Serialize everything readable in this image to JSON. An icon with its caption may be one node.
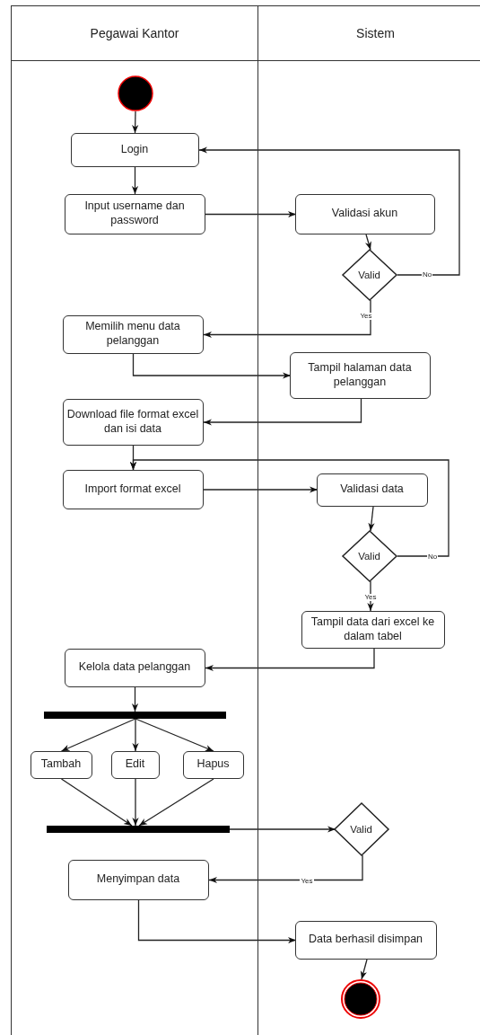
{
  "diagram": {
    "nodes": [
      {
        "text": [
          "Pegawai Kantor"
        ]
      },
      {
        "text": [
          "Sistem"
        ]
      },
      {
        "text": [],
        "shape": "circle",
        "in": 0
      },
      {
        "text": [
          "Login"
        ],
        "in": 0
      },
      {
        "text": [
          "Input username dan password"
        ],
        "in": 0
      },
      {
        "text": [
          "Validasi akun"
        ],
        "in": 1
      },
      {
        "text": [
          "Valid"
        ],
        "in": 1
      },
      {
        "text": [
          "Memilih menu data pelanggan"
        ],
        "in": 0
      },
      {
        "text": [
          "Tampil halaman data pelanggan"
        ],
        "in": 1
      },
      {
        "text": [
          "Download file format excel dan isi data"
        ],
        "in": 0
      },
      {
        "text": [
          "Import format excel"
        ],
        "in": 0
      },
      {
        "text": [
          "Validasi data"
        ],
        "in": 1
      },
      {
        "text": [
          "Valid"
        ],
        "in": 1
      },
      {
        "text": [
          "Tampil data dari excel ke dalam tabel"
        ],
        "in": 1
      },
      {
        "text": [
          "Kelola data pelanggan"
        ],
        "in": 0
      },
      {
        "text": [],
        "shape": "bar",
        "in": 0
      },
      {
        "text": [
          "Tambah"
        ],
        "in": 0
      },
      {
        "text": [
          "Edit"
        ],
        "in": 0
      },
      {
        "text": [
          "Hapus"
        ],
        "in": 0
      },
      {
        "text": [],
        "shape": "bar",
        "in": 0
      },
      {
        "text": [
          "Valid"
        ],
        "in": 1
      },
      {
        "text": [
          "Menyimpan data"
        ],
        "in": 0
      },
      {
        "text": [
          "Data berhasil disimpan"
        ],
        "in": 1
      },
      {
        "text": [],
        "shape": "circle",
        "in": 1
      }
    ],
    "edges": [
      {
        "from": 2,
        "to": 3,
        "arrow": "to"
      },
      {
        "from": 3,
        "to": 4,
        "arrow": "to"
      },
      {
        "from": 4,
        "to": 5,
        "arrow": "to"
      },
      {
        "from": 5,
        "to": 6,
        "arrow": "to"
      },
      {
        "from": 6,
        "to": 3,
        "arrow": "to",
        "label": "No"
      },
      {
        "from": 6,
        "to": 7,
        "arrow": "to",
        "label": "Yes"
      },
      {
        "from": 7,
        "to": 8,
        "arrow": "to"
      },
      {
        "from": 8,
        "to": 9,
        "arrow": "to"
      },
      {
        "from": 9,
        "to": 10,
        "arrow": "to"
      },
      {
        "from": 12,
        "to": 10,
        "arrow": "to",
        "label": "No"
      },
      {
        "from": 10,
        "to": 11,
        "arrow": "to"
      },
      {
        "from": 11,
        "to": 12,
        "arrow": "to"
      },
      {
        "from": 12,
        "to": 13,
        "arrow": "to",
        "label": "Yes"
      },
      {
        "from": 13,
        "to": 14,
        "arrow": "to"
      },
      {
        "from": 14,
        "to": 15,
        "arrow": "to"
      },
      {
        "from": 15,
        "to": 16,
        "arrow": "to"
      },
      {
        "from": 15,
        "to": 17,
        "arrow": "to"
      },
      {
        "from": 15,
        "to": 18,
        "arrow": "to"
      },
      {
        "from": 16,
        "to": 19,
        "arrow": "to"
      },
      {
        "from": 17,
        "to": 19,
        "arrow": "to"
      },
      {
        "from": 18,
        "to": 19,
        "arrow": "to"
      },
      {
        "from": 19,
        "to": 20,
        "arrow": "to"
      },
      {
        "from": 20,
        "to": 21,
        "arrow": "to",
        "label": "Yes"
      },
      {
        "from": 21,
        "to": 22,
        "arrow": "to"
      },
      {
        "from": 22,
        "to": 23,
        "arrow": "to"
      }
    ]
  }
}
